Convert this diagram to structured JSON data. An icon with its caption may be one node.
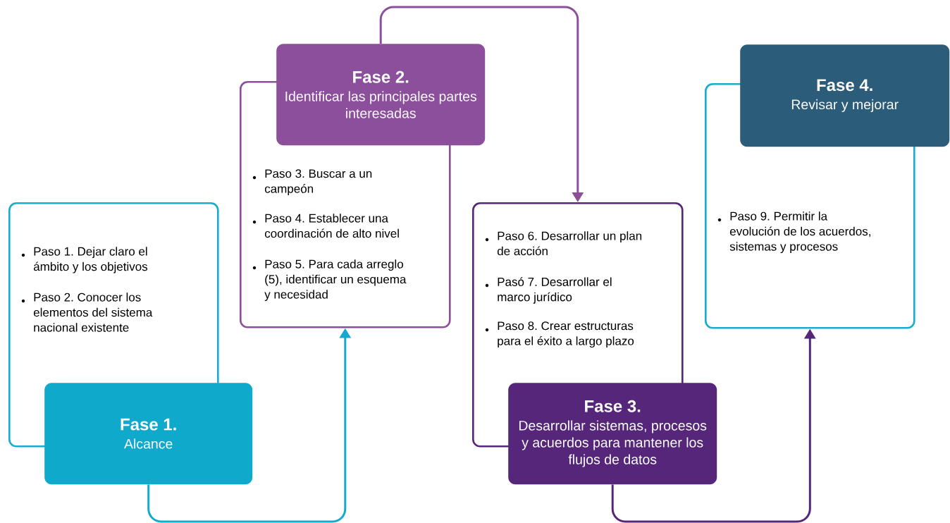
{
  "diagram": {
    "nodes": [
      {
        "text": [
          "Paso 1. Dejar claro el ámbito y los objetivos",
          "Paso 2. Conocer los elementos del sistema nacional existente"
        ]
      },
      {
        "text": [
          "Fase 1.",
          "Alcance"
        ]
      },
      {
        "text": [
          "Paso 3. Buscar a un campeón",
          "Paso 4. Establecer una coordinación de alto nivel",
          "Paso 5. Para cada arreglo (5), identificar un esquema y necesidad"
        ]
      },
      {
        "text": [
          "Fase 2.",
          "Identificar las principales partes interesadas"
        ]
      },
      {
        "text": [
          "Paso 6. Desarrollar un plan de acción",
          "Pasó 7. Desarrollar el marco jurídico",
          "Paso 8. Crear estructuras para el éxito a largo plazo"
        ]
      },
      {
        "text": [
          "Fase 3.",
          "Desarrollar sistemas, procesos y acuerdos para mantener los flujos de datos"
        ]
      },
      {
        "text": [
          "Paso 9. Permitir la evolución de los acuerdos, sistemas y procesos"
        ]
      },
      {
        "text": [
          "Fase 4.",
          "Revisar y mejorar"
        ]
      }
    ],
    "edges": [
      {
        "from": 1,
        "to": 2,
        "arrow": "to",
        "color": "#14aacd"
      },
      {
        "from": 3,
        "to": 4,
        "arrow": "to",
        "color": "#8c4f9c"
      },
      {
        "from": 5,
        "to": 6,
        "arrow": "to",
        "color": "#55277a"
      }
    ]
  }
}
